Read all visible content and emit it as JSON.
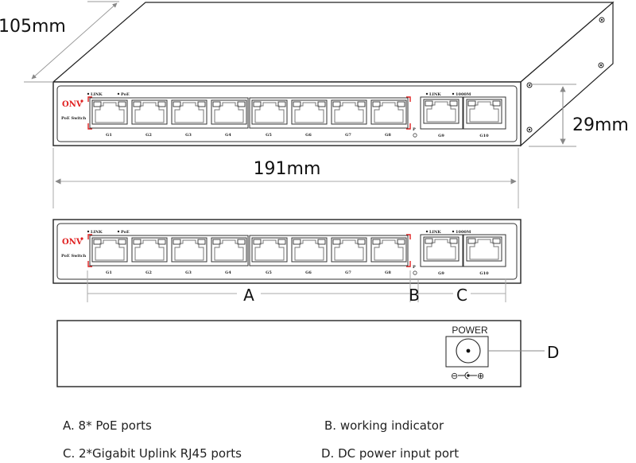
{
  "dimensions": {
    "depth": "105mm",
    "width": "191mm",
    "height": "29mm"
  },
  "front_panel": {
    "brand": "ONV",
    "model_label": "PoE Switch",
    "poe_group_leds": [
      "LINK",
      "PoE"
    ],
    "uplink_group_leds": [
      "LINK",
      "1000M"
    ],
    "poe_ports": [
      "G1",
      "G2",
      "G3",
      "G4",
      "G5",
      "G6",
      "G7",
      "G8"
    ],
    "uplink_ports": [
      "G9",
      "G10"
    ],
    "power_indicator": "P"
  },
  "callouts": {
    "a": "A",
    "b": "B",
    "c": "C",
    "d": "D"
  },
  "rear_panel": {
    "power_label": "POWER",
    "polarity_minus": "⊖",
    "polarity_plus": "⊕"
  },
  "legend": [
    {
      "key": "A",
      "text": "A. 8* PoE ports"
    },
    {
      "key": "B",
      "text": "B. working indicator"
    },
    {
      "key": "C",
      "text": "C. 2*Gigabit Uplink RJ45 ports"
    },
    {
      "key": "D",
      "text": "D. DC power input port"
    }
  ],
  "colors": {
    "brand": "#e02020",
    "outline": "#222222",
    "dimension_line": "#999999"
  }
}
